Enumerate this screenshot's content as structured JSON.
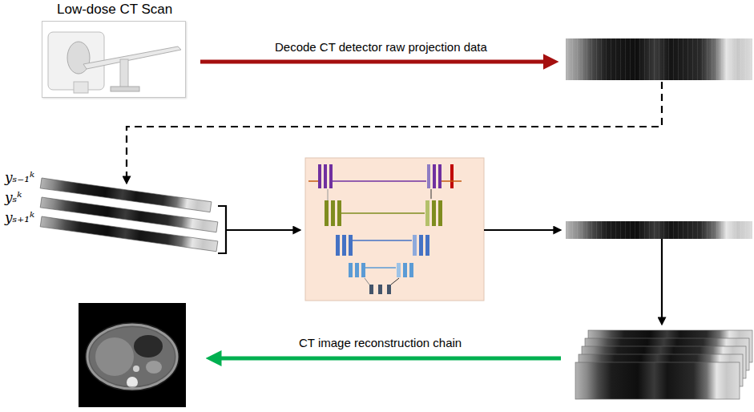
{
  "diagram": {
    "nodes": [
      {
        "text": [
          "Low-dose CT Scan"
        ]
      }
    ],
    "labels": [
      "Decode CT detector raw projection data",
      "yₛ₋₁ᵏ",
      "yₛᵏ",
      "yₛ₊₁ᵏ",
      "CT image reconstruction chain"
    ]
  }
}
